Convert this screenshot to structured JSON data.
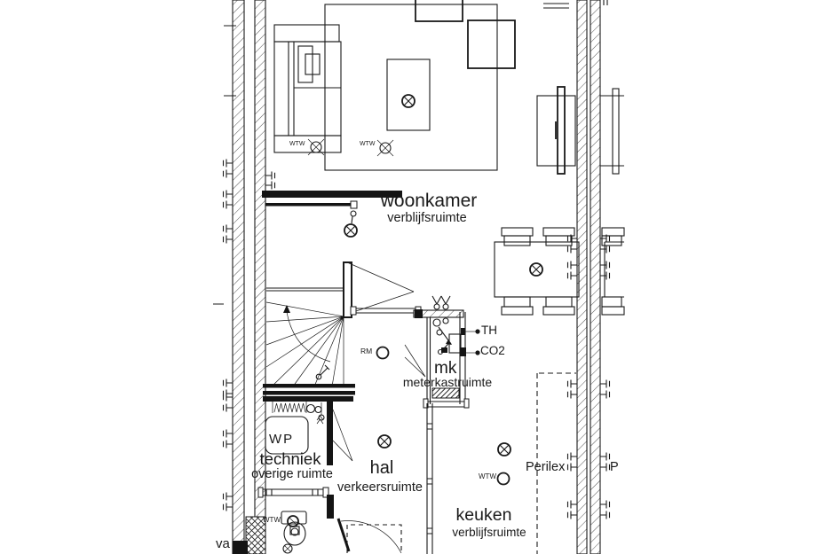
{
  "plan": {
    "rooms": [
      {
        "name": "woonkamer",
        "type": "verblijfsruimte"
      },
      {
        "name": "mk",
        "type": "meterkastruimte"
      },
      {
        "name": "techniek",
        "type": "overige ruimte"
      },
      {
        "name": "hal",
        "type": "verkeersruimte"
      },
      {
        "name": "keuken",
        "type": "verblijfsruimte"
      }
    ],
    "labels": {
      "wtw": "WTW",
      "rm": "RM",
      "th": "TH",
      "co2": "CO2",
      "perilex": "Perilex",
      "wp": "WP",
      "p_cut": "P",
      "va_cut": "va"
    },
    "colors": {
      "line": "#1a1a1a",
      "background": "#ffffff"
    }
  }
}
